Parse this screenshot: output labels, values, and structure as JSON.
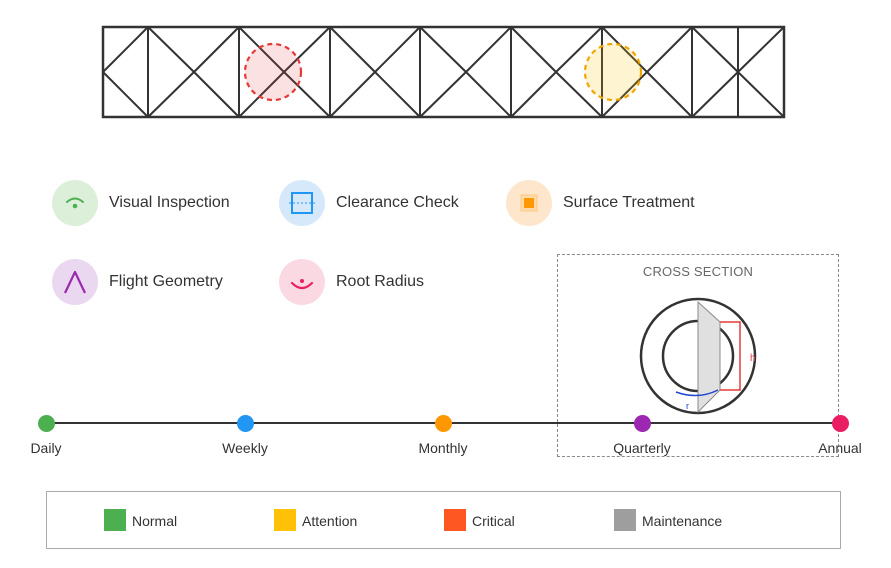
{
  "methods": [
    {
      "label": "Visual Inspection",
      "icon": "eye-icon",
      "bg": "#dcefd9",
      "fg": "#4caf50"
    },
    {
      "label": "Clearance Check",
      "icon": "clearance-square-icon",
      "bg": "#d6e9fb",
      "fg": "#2196f3"
    },
    {
      "label": "Surface Treatment",
      "icon": "treatment-square-icon",
      "bg": "#fde6cc",
      "fg": "#ff9800"
    },
    {
      "label": "Flight Geometry",
      "icon": "flight-peak-icon",
      "bg": "#ead8f0",
      "fg": "#9c27b0"
    },
    {
      "label": "Root Radius",
      "icon": "root-radius-icon",
      "bg": "#fbd9e3",
      "fg": "#e91e63"
    }
  ],
  "cross_section": {
    "title": "CROSS SECTION",
    "h_label": "h",
    "r_label": "r"
  },
  "timeline": [
    {
      "label": "Daily",
      "color": "#4caf50"
    },
    {
      "label": "Weekly",
      "color": "#2196f3"
    },
    {
      "label": "Monthly",
      "color": "#ff9800"
    },
    {
      "label": "Quarterly",
      "color": "#9c27b0"
    },
    {
      "label": "Annual",
      "color": "#e91e63"
    }
  ],
  "legend": [
    {
      "label": "Normal",
      "color": "#4caf50"
    },
    {
      "label": "Attention",
      "color": "#ffc107"
    },
    {
      "label": "Critical",
      "color": "#ff5722"
    },
    {
      "label": "Maintenance",
      "color": "#9e9e9e"
    }
  ],
  "highlights": [
    {
      "status": "critical",
      "color": "#e53935"
    },
    {
      "status": "attention",
      "color": "#f0a500"
    }
  ]
}
